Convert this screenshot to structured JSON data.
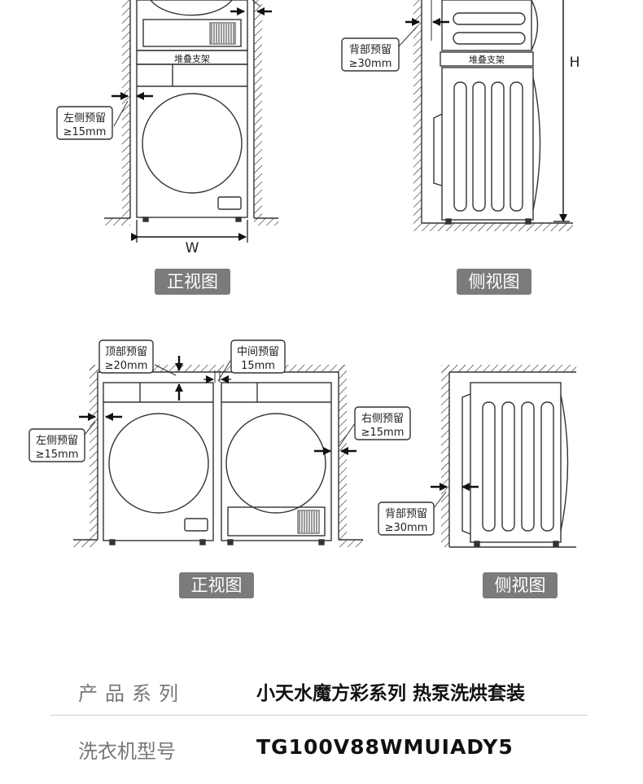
{
  "diagrams": {
    "stacked_front": {
      "bracket_label": "堆叠支架",
      "left_clearance_title": "左侧预留",
      "left_clearance_value": "≥15mm",
      "width_label": "W",
      "view_label": "正视图"
    },
    "stacked_side": {
      "bracket_label": "堆叠支架",
      "back_clearance_title": "背部预留",
      "back_clearance_value": "≥30mm",
      "height_label": "H",
      "view_label": "侧视图"
    },
    "parallel_front": {
      "top_clearance_title": "顶部预留",
      "top_clearance_value": "≥20mm",
      "middle_clearance_title": "中间预留",
      "middle_clearance_value": "15mm",
      "left_clearance_title": "左侧预留",
      "left_clearance_value": "≥15mm",
      "right_clearance_title": "右侧预留",
      "right_clearance_value": "≥15mm",
      "view_label": "正视图"
    },
    "parallel_side": {
      "back_clearance_title": "背部预留",
      "back_clearance_value": "≥30mm",
      "view_label": "侧视图"
    }
  },
  "specs": {
    "series_label": "产品系列",
    "series_value": "小天水魔方彩系列 热泵洗烘套装",
    "model_label": "洗衣机型号",
    "model_value": "TG100V88WMUIADY5"
  },
  "colors": {
    "line": "#333333",
    "pill": "#7b7b7b"
  }
}
